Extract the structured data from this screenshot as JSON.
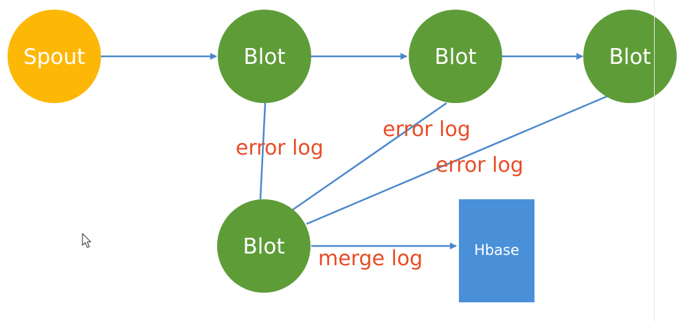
{
  "diagram": {
    "nodes": {
      "spout": {
        "label": "Spout"
      },
      "bolt_1": {
        "label": "Blot"
      },
      "bolt_2": {
        "label": "Blot"
      },
      "bolt_3": {
        "label": "Blot"
      },
      "bolt_log": {
        "label": "Blot"
      },
      "hbase": {
        "label": "Hbase"
      }
    },
    "edge_labels": {
      "error_1": "error log",
      "error_2": "error log",
      "error_3": "error log",
      "merge": "merge log"
    }
  },
  "colors": {
    "spout": "#FDB706",
    "bolt": "#5E9C38",
    "hbase": "#4A90D9",
    "arrow": "#4A88CC",
    "edge_label": "#E84C26",
    "node_text": "#FFFFFF"
  }
}
